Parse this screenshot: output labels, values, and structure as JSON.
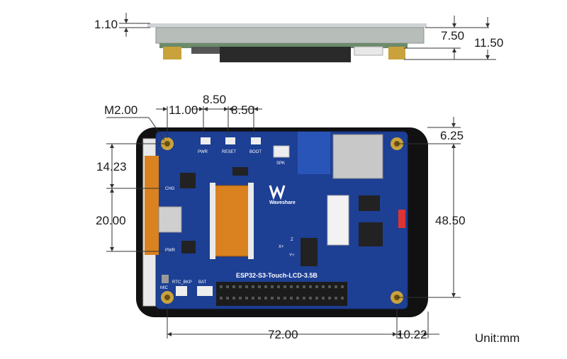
{
  "dimensions": {
    "side_top_thickness": "1.10",
    "side_body_height": "7.50",
    "side_total_height": "11.50",
    "mount_hole": "M2.00",
    "hole_to_pwr": "11.00",
    "pwr_to_reset": "8.50",
    "reset_to_boot": "8.50",
    "right_top_offset": "6.25",
    "left_upper_offset": "14.23",
    "left_spacing": "20.00",
    "right_hole_spacing": "48.50",
    "bottom_hole_spacing": "72.00",
    "bottom_right_offset": "10.22"
  },
  "unit_label": "Unit:mm",
  "board_labels": {
    "pwr_button": "PWR",
    "reset_button": "RESET",
    "boot_button": "BOOT",
    "speaker": "SPK",
    "charge_led": "CHG",
    "power_led": "PWR",
    "mic": "MIC",
    "rtc_backup": "RTC_BKP",
    "battery": "BAT",
    "brand": "Waveshare",
    "model": "ESP32-S3-Touch-LCD-3.5B",
    "axis_x": "X+",
    "axis_y": "Y+",
    "axis_z": "Z"
  },
  "colors": {
    "pcb": "#1d3f94",
    "pcb_edge": "#16327a",
    "screen_frame": "#111111",
    "flex_cable": "#d9821f",
    "dimension_line": "#333333"
  }
}
